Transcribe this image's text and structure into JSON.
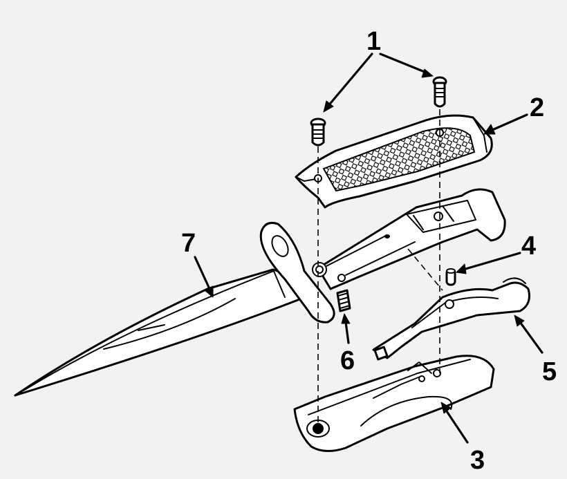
{
  "diagram": {
    "callouts": [
      {
        "id": "1",
        "label": "1"
      },
      {
        "id": "2",
        "label": "2"
      },
      {
        "id": "3",
        "label": "3"
      },
      {
        "id": "4",
        "label": "4"
      },
      {
        "id": "5",
        "label": "5"
      },
      {
        "id": "6",
        "label": "6"
      },
      {
        "id": "7",
        "label": "7"
      }
    ]
  },
  "colors": {
    "background": "#f2f2f2",
    "ink": "#000000",
    "fill": "#ffffff"
  }
}
